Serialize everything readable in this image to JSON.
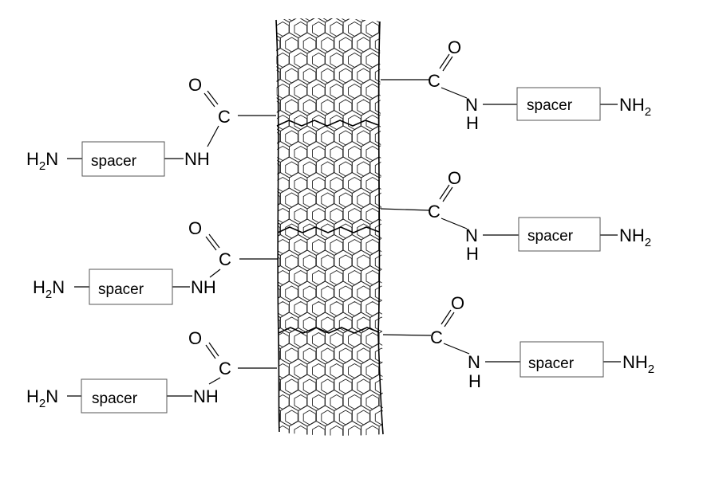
{
  "labels": {
    "carbonyl_o": "O",
    "carbonyl_c": "C",
    "amide_nh": "NH",
    "amide_n": "N",
    "amide_h": "H",
    "spacer": "spacer",
    "amine_n": "N",
    "amine_h": "H",
    "amine_sub": "2",
    "nh": "NH"
  },
  "left_groups": [
    "amide-left-1",
    "amide-left-2",
    "amide-left-3"
  ],
  "right_groups": [
    "amide-right-1",
    "amide-right-2",
    "amide-right-3"
  ]
}
